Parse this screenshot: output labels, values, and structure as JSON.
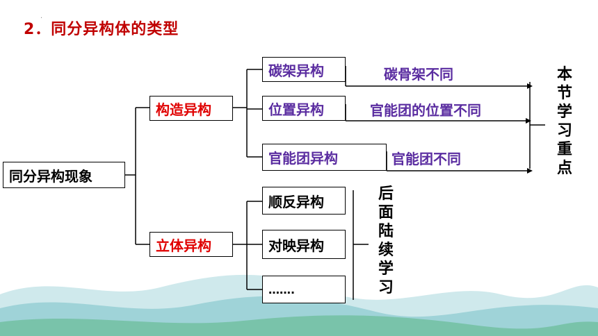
{
  "title": "2．同分异构体的类型",
  "root": "同分异构现象",
  "level1": {
    "structural": "构造异构",
    "stereo": "立体异构"
  },
  "structural_children": [
    {
      "name": "碳架异构",
      "desc": "碳骨架不同"
    },
    {
      "name": "位置异构",
      "desc": "官能团的位置不同"
    },
    {
      "name": "官能团异构",
      "desc": "官能团不同"
    }
  ],
  "stereo_children": [
    {
      "name": "顺反异构"
    },
    {
      "name": "对映异构"
    },
    {
      "name": "……."
    }
  ],
  "note_focus": "本节学习重点",
  "note_later": "后面陆续学习",
  "colors": {
    "title": "#c00000",
    "level1": "#e00000",
    "leaf": "#5a2ca0"
  }
}
